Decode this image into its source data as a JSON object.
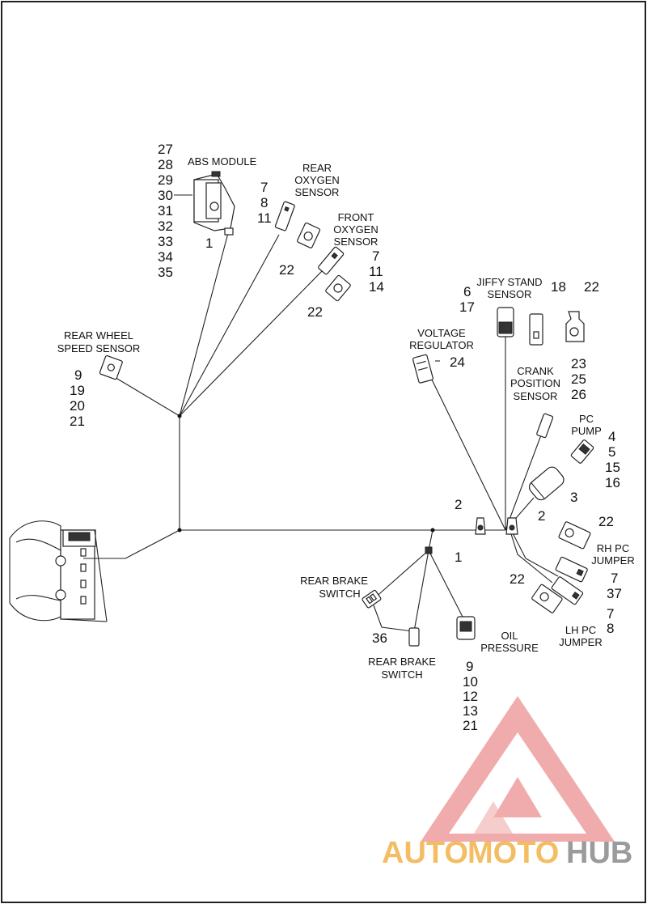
{
  "labels": {
    "abs_module": "ABS MODULE",
    "rear_oxygen": [
      "REAR",
      "OXYGEN",
      "SENSOR"
    ],
    "front_oxygen": [
      "FRONT",
      "OXYGEN",
      "SENSOR"
    ],
    "rear_wheel_speed": [
      "REAR WHEEL",
      "SPEED SENSOR"
    ],
    "jiffy_stand": [
      "JIFFY STAND",
      "SENSOR"
    ],
    "voltage_regulator": [
      "VOLTAGE",
      "REGULATOR"
    ],
    "crank_position": [
      "CRANK",
      "POSITION",
      "SENSOR"
    ],
    "pc_pump": [
      "PC",
      "PUMP"
    ],
    "rh_pc_jumper": [
      "RH PC",
      "JUMPER"
    ],
    "lh_pc_jumper": [
      "LH PC",
      "JUMPER"
    ],
    "rear_brake_switch_upper": [
      "REAR BRAKE",
      "SWITCH"
    ],
    "rear_brake_switch_lower": [
      "REAR BRAKE",
      "SWITCH"
    ],
    "oil_pressure": [
      "OIL",
      "PRESSURE"
    ]
  },
  "callouts": {
    "abs_list": [
      "27",
      "28",
      "29",
      "30",
      "31",
      "32",
      "33",
      "34",
      "35"
    ],
    "abs_1": "1",
    "rear_o2": [
      "7",
      "8",
      "11"
    ],
    "rear_o2_22": "22",
    "front_o2": [
      "7",
      "11",
      "14"
    ],
    "front_o2_22": "22",
    "rws": [
      "9",
      "19",
      "20",
      "21"
    ],
    "jiffy": [
      "6",
      "17"
    ],
    "jiffy_18": "18",
    "jiffy_22": "22",
    "vreg_24": "24",
    "crank": [
      "23",
      "25",
      "26"
    ],
    "pcpump": [
      "4",
      "5",
      "15",
      "16"
    ],
    "pc_3": "3",
    "c2_left": "2",
    "c2_right": "2",
    "rh_22": "22",
    "rh_7_37": [
      "7",
      "37"
    ],
    "lh_22": "22",
    "lh_7_8": [
      "7",
      "8"
    ],
    "junction_1": "1",
    "brake_36": "36",
    "oil": [
      "9",
      "10",
      "12",
      "13",
      "21"
    ]
  },
  "watermark": {
    "part1": "AUTO",
    "part2": "MOTO",
    "part3": "HUB",
    "color_orange": "#f3b24a",
    "color_red": "#e46a6a",
    "color_gray": "#8a8a8a"
  }
}
